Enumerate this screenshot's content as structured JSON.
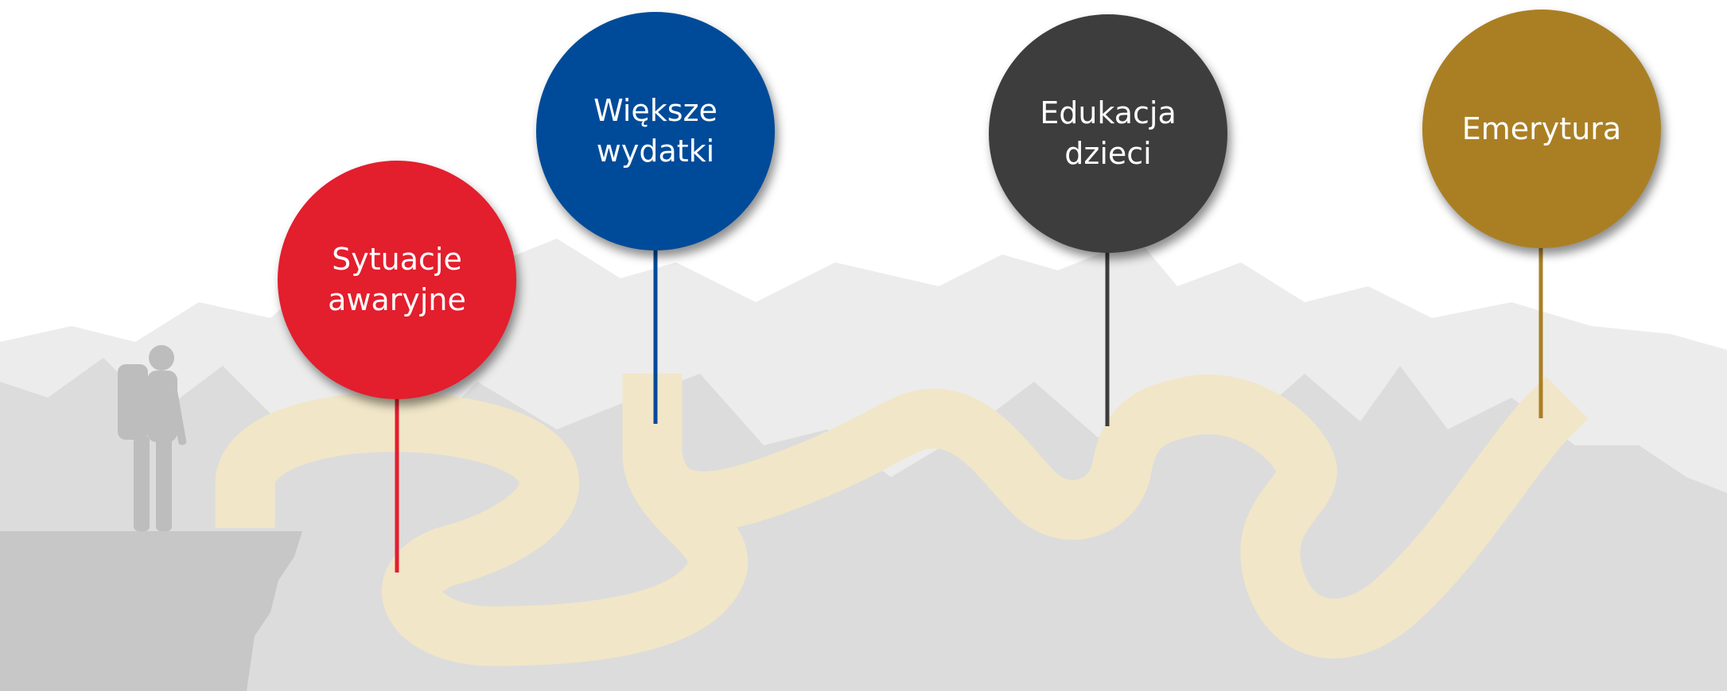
{
  "milestones": [
    {
      "label": "Sytuacje awaryjne",
      "color": "#e31e2d"
    },
    {
      "label": "Większe wydatki",
      "color": "#004b99"
    },
    {
      "label": "Edukacja dzieci",
      "color": "#3d3d3d"
    },
    {
      "label": "Emerytura",
      "color": "#aa7f24"
    }
  ],
  "colors": {
    "path": "#f1e6c8",
    "mountains_far": "#ececec",
    "mountains_mid": "#dcdcdc",
    "cliff": "#c7c7c7",
    "hiker": "#bdbdbd"
  }
}
